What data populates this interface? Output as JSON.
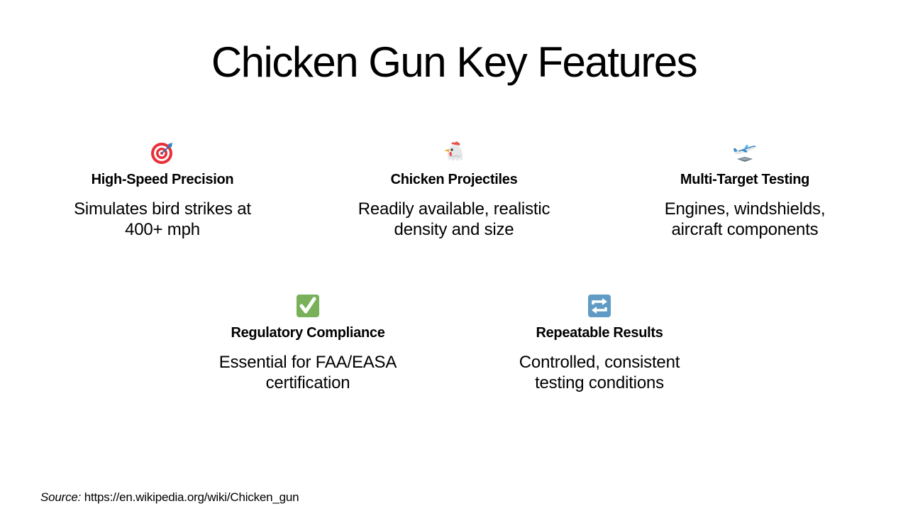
{
  "slide": {
    "title": "Chicken Gun Key Features"
  },
  "features": [
    {
      "icon": "target-dart-icon",
      "title": "High-Speed Precision",
      "description_line1": "Simulates bird strikes at",
      "description_line2": "400+ mph"
    },
    {
      "icon": "chicken-icon",
      "title": "Chicken Projectiles",
      "description_line1": "Readily available, realistic",
      "description_line2": "density and size"
    },
    {
      "icon": "airplane-departure-icon",
      "title": "Multi-Target Testing",
      "description_line1": "Engines, windshields,",
      "description_line2": "aircraft components"
    },
    {
      "icon": "check-mark-button-icon",
      "title": "Regulatory Compliance",
      "description_line1": "Essential for FAA/EASA",
      "description_line2": "certification"
    },
    {
      "icon": "repeat-arrows-icon",
      "title": "Repeatable Results",
      "description_line1": "Controlled, consistent",
      "description_line2": "testing conditions"
    }
  ],
  "footer": {
    "source_label": "Source:",
    "source_url": "https://en.wikipedia.org/wiki/Chicken_gun"
  },
  "colors": {
    "background": "#ffffff",
    "text": "#000000",
    "target_red": "#e8303a",
    "check_green": "#78b159",
    "repeat_blue": "#5f9bc4"
  }
}
